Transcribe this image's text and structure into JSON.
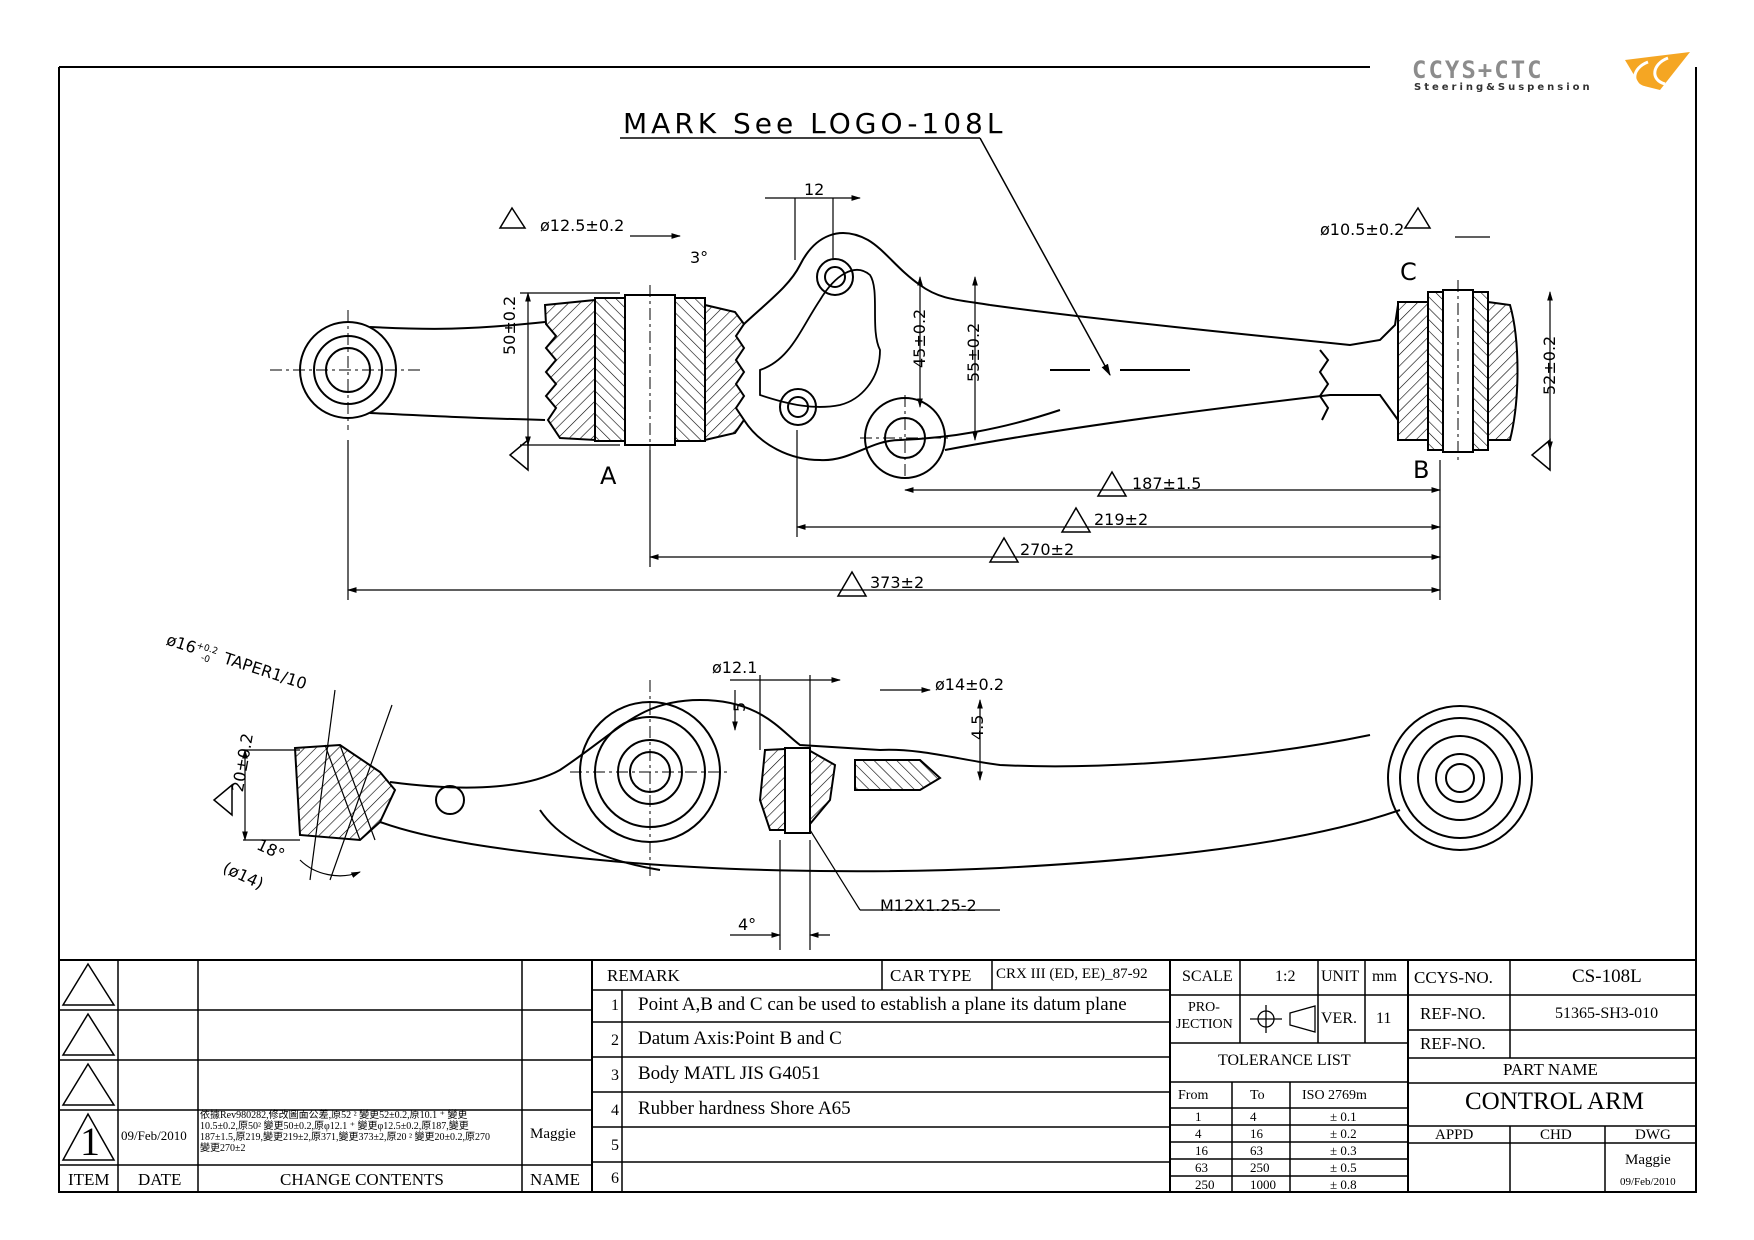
{
  "logo": {
    "brand": "CCYS+CTC",
    "tagline": "Steering&Suspension"
  },
  "drawing": {
    "mark_note": "MARK See LOGO-108L",
    "dims_top": {
      "d12": "12",
      "bore_a": "ø12.5±0.2",
      "angle_3": "3°",
      "bore_c": "ø10.5±0.2",
      "label_c": "C",
      "label_a": "A",
      "label_b": "B",
      "h50": "50±0.2",
      "h45": "45±0.2",
      "h55": "55±0.2",
      "h52": "52±0.2",
      "l187": "187±1.5",
      "l219": "219±2",
      "l270": "270±2",
      "l373": "373±2"
    },
    "dims_bottom": {
      "taper": "ø16",
      "taper_tol_upper": "+0.2",
      "taper_tol_lower": "-0",
      "taper_text": "TAPER1/10",
      "h20": "20±0.2",
      "angle18": "18°",
      "d14p": "(ø14)",
      "d121": "ø12.1",
      "d5": "5",
      "d14": "ø14±0.2",
      "d45": "4.5",
      "thread": "M12X1.25-2",
      "angle4": "4°"
    }
  },
  "revision_block": {
    "rows": [
      {
        "item": "",
        "date": "",
        "change": "",
        "name": ""
      },
      {
        "item": "",
        "date": "",
        "change": "",
        "name": ""
      },
      {
        "item": "",
        "date": "",
        "change": "",
        "name": ""
      },
      {
        "item": "1",
        "date": "09/Feb/2010",
        "change_lines": [
          "依據Rev980282,修改圖面公差,原52 ² 變更52±0.2,原10.1 ⁺ 變更",
          "10.5±0.2,原50² 變更50±0.2,原φ12.1 ⁺ 變更φ12.5±0.2,原187,變更",
          "187±1.5,原219,變更219±2,原371,變更373±2,原20 ² 變更20±0.2,原270",
          "變更270±2"
        ],
        "name": "Maggie"
      }
    ],
    "headers": {
      "item": "ITEM",
      "date": "DATE",
      "change": "CHANGE CONTENTS",
      "name": "NAME"
    }
  },
  "remark": {
    "header": "REMARK",
    "car_type_label": "CAR TYPE",
    "car_type_value": "CRX III (ED, EE)_87-92",
    "items": [
      {
        "no": "1",
        "text": "Point A,B and C can be used to establish a plane its datum plane"
      },
      {
        "no": "2",
        "text": "Datum Axis:Point B and C"
      },
      {
        "no": "3",
        "text": "Body MATL JIS G4051"
      },
      {
        "no": "4",
        "text": "Rubber hardness Shore A65"
      },
      {
        "no": "5",
        "text": ""
      },
      {
        "no": "6",
        "text": ""
      }
    ]
  },
  "meta": {
    "scale_label": "SCALE",
    "scale_value": "1:2",
    "unit_label": "UNIT",
    "unit_value": "mm",
    "projection_label_1": "PRO-",
    "projection_label_2": "JECTION",
    "ver_label": "VER.",
    "ver_value": "11"
  },
  "tolerance": {
    "title": "TOLERANCE LIST",
    "headers": [
      "From",
      "To",
      "ISO 2769m"
    ],
    "rows": [
      [
        "1",
        "4",
        "± 0.1"
      ],
      [
        "4",
        "16",
        "± 0.2"
      ],
      [
        "16",
        "63",
        "± 0.3"
      ],
      [
        "63",
        "250",
        "± 0.5"
      ],
      [
        "250",
        "1000",
        "± 0.8"
      ]
    ]
  },
  "title_block": {
    "ccys_no_label": "CCYS-NO.",
    "ccys_no_value": "CS-108L",
    "ref_no_label": "REF-NO.",
    "ref_no_value": "51365-SH3-010",
    "ref_no2_label": "REF-NO.",
    "ref_no2_value": "",
    "part_name_label": "PART NAME",
    "part_name_value": "CONTROL ARM",
    "appd": "APPD",
    "chd": "CHD",
    "dwg": "DWG",
    "dwg_name": "Maggie",
    "dwg_date": "09/Feb/2010"
  },
  "colors": {
    "line": "#000000",
    "logo_gray": "#8c8c8c",
    "logo_orange": "#f5a623"
  }
}
